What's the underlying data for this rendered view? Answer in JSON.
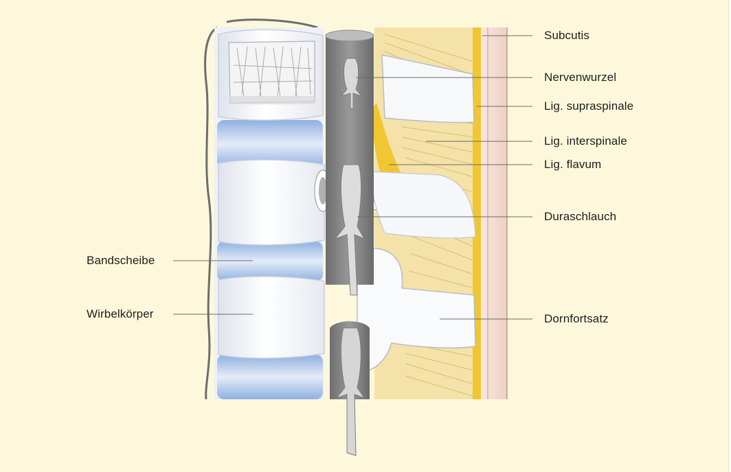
{
  "figure": {
    "background": "#fdf8dc",
    "labels_left": {
      "bandscheibe": "Bandscheibe",
      "wirbelkoerper": "Wirbelkörper"
    },
    "labels_right": {
      "subcutis": "Subcutis",
      "nervenwurzel": "Nervenwurzel",
      "lig_supraspinale": "Lig. supraspinale",
      "lig_interspinale": "Lig. interspinale",
      "lig_flavum": "Lig. flavum",
      "duraschlauch": "Duraschlauch",
      "dornfortsatz": "Dornfortsatz"
    },
    "colors": {
      "disc": "#b9cbe8",
      "bone": "#f3f5f9",
      "dura": "#8a8a8a",
      "ligament": "#f3df9e",
      "flavum": "#f0c633",
      "skin": "#f3d8cf"
    }
  }
}
